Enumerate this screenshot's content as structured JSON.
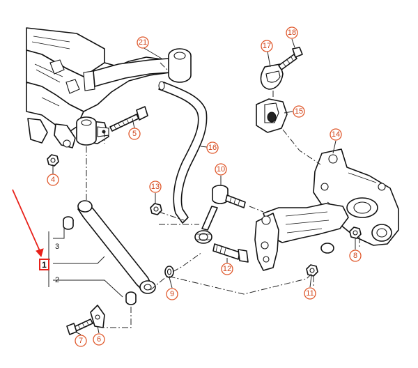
{
  "callouts": {
    "c4": "4",
    "c5": "5",
    "c6": "6",
    "c7": "7",
    "c8": "8",
    "c9": "9",
    "c10": "10",
    "c11": "11",
    "c12": "12",
    "c13": "13",
    "c14": "14",
    "c15": "15",
    "c16": "16",
    "c17": "17",
    "c18": "18",
    "c21": "21"
  },
  "bracket_labels": {
    "b1": "1",
    "b2": "2",
    "b3": "3"
  },
  "colors": {
    "callout": "#e0572a",
    "highlight_box": "#e8211a",
    "arrow": "#e8211a",
    "line": "#111111"
  }
}
